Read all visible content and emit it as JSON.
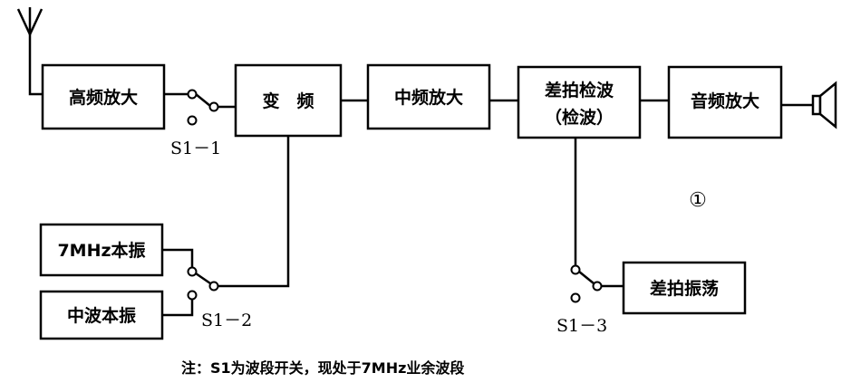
{
  "diagram": {
    "blocks": {
      "rf_amp": "高频放大",
      "mixer": "变　频",
      "if_amp": "中频放大",
      "detector_line1": "差拍检波",
      "detector_line2": "（检波）",
      "af_amp": "音频放大",
      "lo_7mhz": "7MHz本振",
      "lo_mw": "中波本振",
      "bfo": "差拍振荡"
    },
    "switches": {
      "s1_1": "S1－1",
      "s1_2": "S1－2",
      "s1_3": "S1－3"
    },
    "figure_number": "①",
    "note": "注：S1为波段开关，现处于7MHz业余波段"
  }
}
